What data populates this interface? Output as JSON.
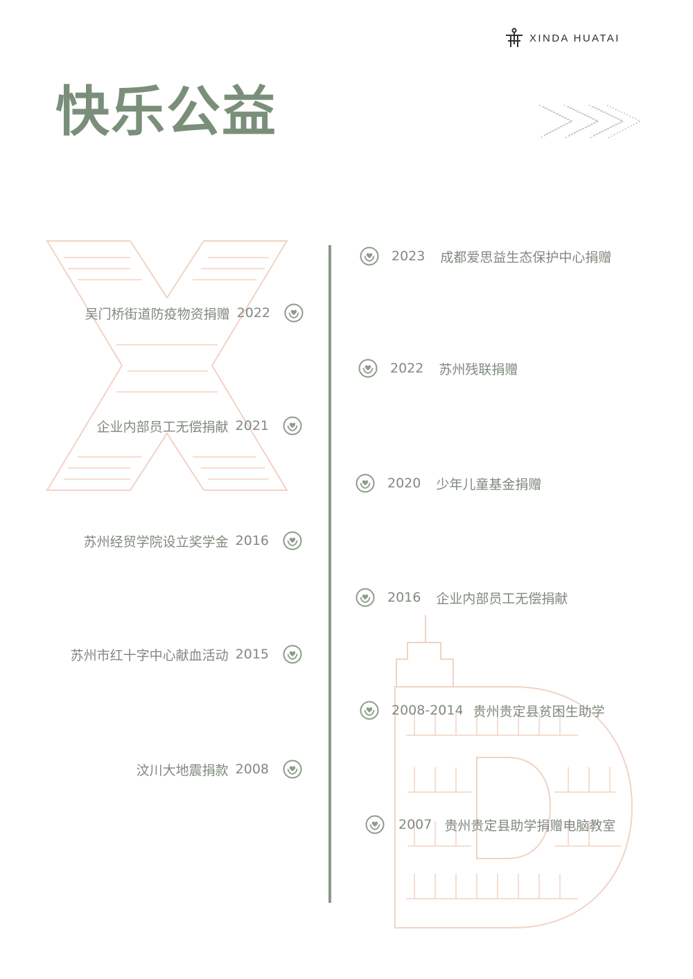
{
  "brand": {
    "name": "XINDA HUATAI"
  },
  "page": {
    "title": "快乐公益"
  },
  "colors": {
    "accent": "#7a8f7a",
    "text": "#7f8a7d",
    "line": "#879a85",
    "decor": "#f0c8b6"
  },
  "timeline": {
    "left": [
      {
        "text": "吴门桥街道防疫物资捐赠",
        "year": "2022",
        "icon": "heart-hands-icon"
      },
      {
        "text": "企业内部员工无偿捐献",
        "year": "2021",
        "icon": "heart-hands-icon"
      },
      {
        "text": "苏州经贸学院设立奖学金",
        "year": "2016",
        "icon": "heart-hands-icon"
      },
      {
        "text": "苏州市红十字中心献血活动",
        "year": "2015",
        "icon": "heart-hands-icon"
      },
      {
        "text": "汶川大地震捐款",
        "year": "2008",
        "icon": "heart-hands-icon"
      }
    ],
    "right": [
      {
        "year": "2023",
        "text": "成都爱思益生态保护中心捐赠",
        "icon": "heart-hands-icon"
      },
      {
        "year": "2022",
        "text": "苏州残联捐赠",
        "icon": "heart-hands-icon"
      },
      {
        "year": "2020",
        "text": "少年儿童基金捐赠",
        "icon": "heart-hands-icon"
      },
      {
        "year": "2016",
        "text": "企业内部员工无偿捐献",
        "icon": "heart-hands-icon"
      },
      {
        "year": "2008-2014",
        "text": "贵州贵定县贫困生助学",
        "icon": "heart-hands-icon"
      },
      {
        "year": "2007",
        "text": "贵州贵定县助学捐赠电脑教室",
        "icon": "heart-hands-icon"
      }
    ]
  }
}
